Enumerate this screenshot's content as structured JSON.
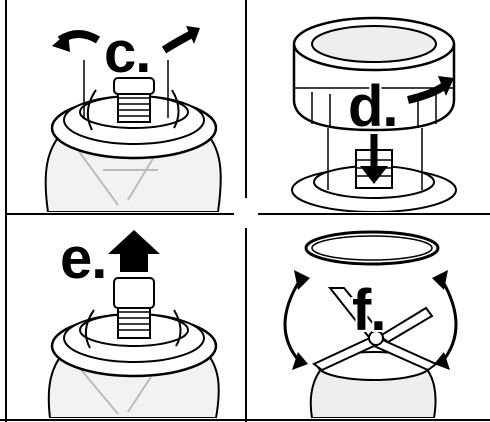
{
  "steps": {
    "c": {
      "label": "c."
    },
    "d": {
      "label": "d."
    },
    "e": {
      "label": "e."
    },
    "f": {
      "label": "f."
    }
  }
}
